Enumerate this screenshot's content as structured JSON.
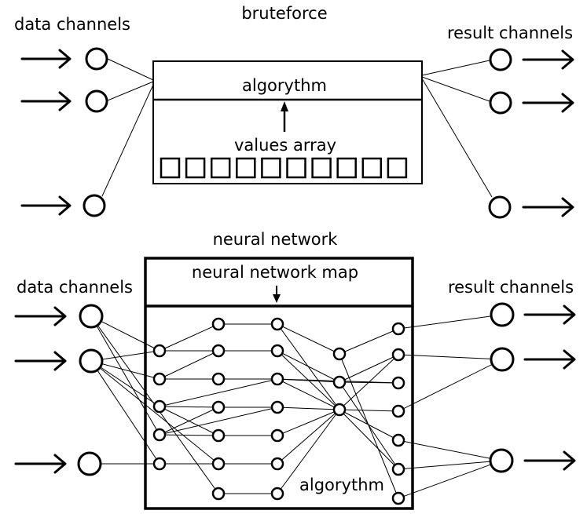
{
  "bruteforce": {
    "title": "bruteforce",
    "data_label": "data channels",
    "result_label": "result channels",
    "algorithm_label": "algorythm",
    "values_label": "values array",
    "array_cells": 10
  },
  "neural": {
    "title": "neural network",
    "map_label": "neural network map",
    "data_label": "data channels",
    "result_label": "result channels",
    "algorithm_label": "algorythm"
  }
}
